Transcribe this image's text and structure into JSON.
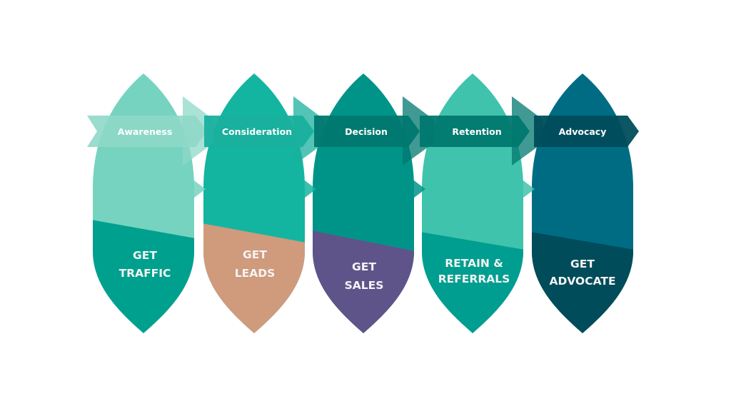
{
  "stages": [
    {
      "name": "Awareness",
      "goal_line1": "GET",
      "goal_line2": "TRAFFIC",
      "top_color": "#76d3c0",
      "bottom_color": "#00a08f",
      "banner_color": "#8fd8c8"
    },
    {
      "name": "Consideration",
      "goal_line1": "GET",
      "goal_line2": "LEADS",
      "top_color": "#14b5a0",
      "bottom_color": "#d09a7d",
      "banner_color": "#19b09e"
    },
    {
      "name": "Decision",
      "goal_line1": "GET",
      "goal_line2": "SALES",
      "top_color": "#009488",
      "bottom_color": "#5e548a",
      "banner_color": "#00786f"
    },
    {
      "name": "Retention",
      "goal_line1": "RETAIN &",
      "goal_line2": "REFERRALS",
      "top_color": "#40c3ac",
      "bottom_color": "#009e90",
      "banner_color": "#00786f"
    },
    {
      "name": "Advocacy",
      "goal_line1": "GET",
      "goal_line2": "ADVOCATE",
      "top_color": "#006c84",
      "bottom_color": "#004c5a",
      "banner_color": "#004d5b"
    }
  ]
}
